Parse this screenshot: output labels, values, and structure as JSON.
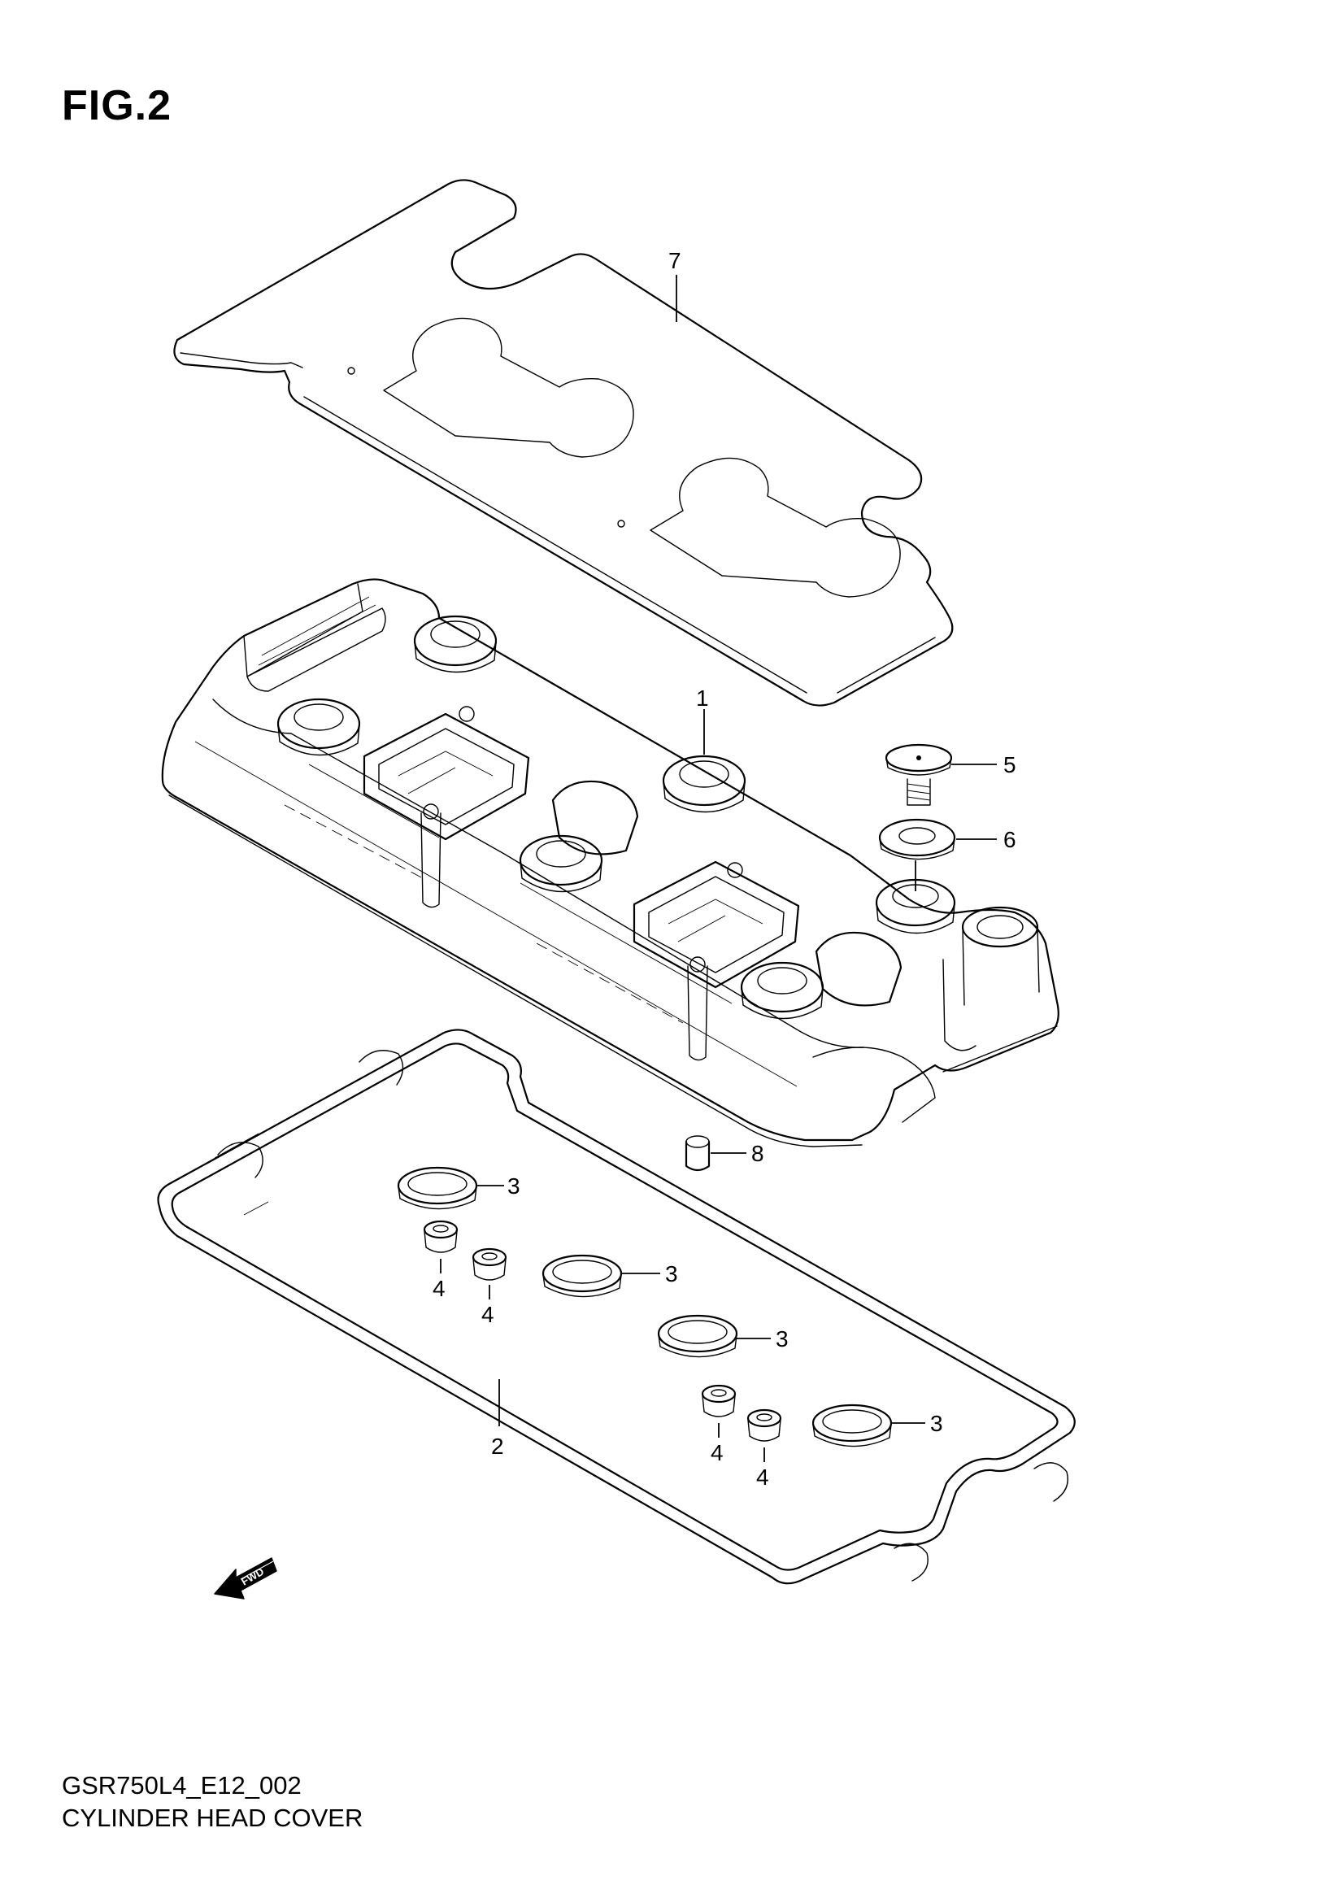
{
  "figure_label": "FIG.2",
  "diagram_code": "GSR750L4_E12_002",
  "diagram_title": "CYLINDER HEAD COVER",
  "fwd_arrow_text": "FWD",
  "callouts": {
    "c1": "1",
    "c2": "2",
    "c3a": "3",
    "c3b": "3",
    "c3c": "3",
    "c3d": "3",
    "c4a": "4",
    "c4b": "4",
    "c4c": "4",
    "c4d": "4",
    "c5": "5",
    "c6": "6",
    "c7": "7",
    "c8": "8"
  }
}
